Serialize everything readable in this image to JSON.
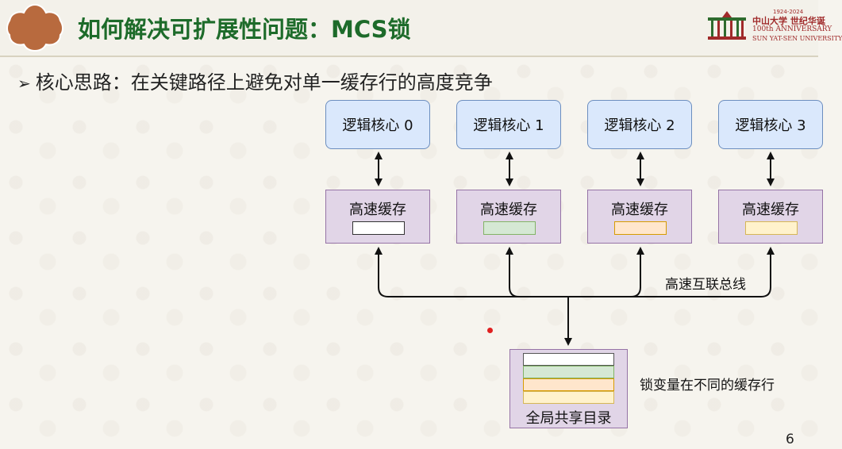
{
  "slide": {
    "title": "如何解决可扩展性问题：MCS锁",
    "bullet": "核心思路：在关键路径上避免对单一缓存行的高度竞争",
    "page_number": "6"
  },
  "university": {
    "years": "1924-2024",
    "name_cn": "中山大学 世纪华诞",
    "anniversary": "100th ANNIVERSARY",
    "name_en": "SUN YAT-SEN UNIVERSITY"
  },
  "diagram": {
    "cores": [
      "逻辑核心 0",
      "逻辑核心 1",
      "逻辑核心 2",
      "逻辑核心 3"
    ],
    "cache_label": "高速缓存",
    "cache_line_colors": [
      "#ffffff",
      "#d5e8d4",
      "#ffe6cc",
      "#fff2cc"
    ],
    "cache_line_borders": [
      "#333333",
      "#82b366",
      "#d79b00",
      "#d6b656"
    ],
    "bus_label": "高速互联总线",
    "directory_label": "全局共享目录",
    "directory_line_colors": [
      "#ffffff",
      "#d5e8d4",
      "#ffe6cc",
      "#fff2cc"
    ],
    "annotation": "锁变量在不同的缓存行"
  },
  "colors": {
    "title_green": "#1d6b2a",
    "cpu_fill": "#dae8fc",
    "cpu_border": "#6c8ebf",
    "cache_fill": "#e1d5e7",
    "cache_border": "#9673a6"
  }
}
